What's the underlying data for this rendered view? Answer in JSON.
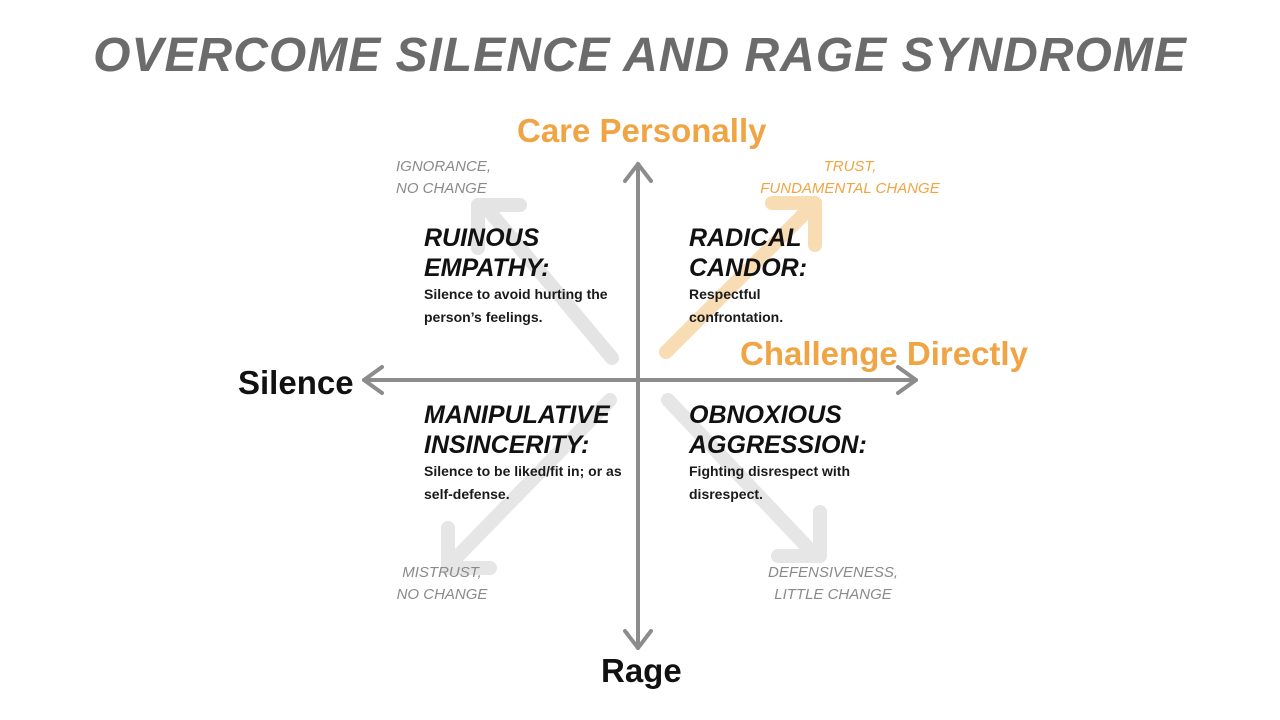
{
  "title": "OVERCOME SILENCE AND RAGE SYNDROME",
  "axes": {
    "top": "Care Personally",
    "right": "Challenge Directly",
    "left": "Silence",
    "bottom": "Rage"
  },
  "outcomes": {
    "top_left": {
      "line1": "IGNORANCE,",
      "line2": "NO CHANGE"
    },
    "top_right": {
      "line1": "TRUST,",
      "line2": "FUNDAMENTAL CHANGE"
    },
    "bottom_left": {
      "line1": "MISTRUST,",
      "line2": "NO CHANGE"
    },
    "bottom_right": {
      "line1": "DEFENSIVENESS,",
      "line2": "LITTLE CHANGE"
    }
  },
  "quadrants": {
    "ruinous_empathy": {
      "line1": "RUINOUS",
      "line2": "EMPATHY:",
      "desc": "Silence to avoid hurting the person’s feelings."
    },
    "radical_candor": {
      "line1": "RADICAL",
      "line2": "CANDOR:",
      "desc": "Respectful confrontation."
    },
    "manipulative_insincerity": {
      "line1": "MANIPULATIVE",
      "line2": "INSINCERITY:",
      "desc": "Silence to be liked/fit in; or as self-defense."
    },
    "obnoxious_aggression": {
      "line1": "OBNOXIOUS",
      "line2": "AGGRESSION:",
      "desc": "Fighting  disrespect with disrespect."
    }
  },
  "colors": {
    "accent": "#f0a443",
    "axis": "#8c8c8c",
    "faded_arrow": "#e6e6e6",
    "text": "#111111"
  }
}
